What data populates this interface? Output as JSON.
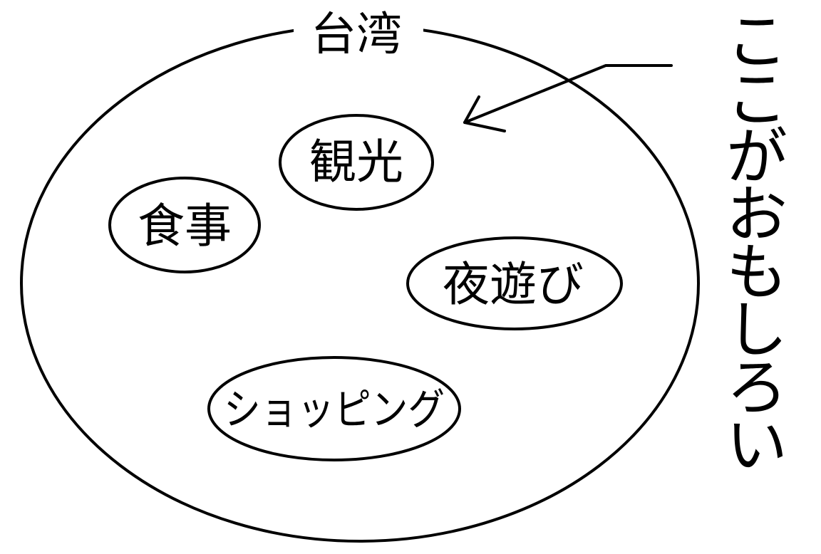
{
  "diagram": {
    "title": "台湾",
    "topics": [
      "観光",
      "食事",
      "夜遊び",
      "ショッピング"
    ],
    "annotation": {
      "chars": [
        "こ",
        "こ",
        "が",
        "お",
        "も",
        "し",
        "ろ",
        "い"
      ]
    }
  },
  "colors": {
    "stroke": "#000000",
    "background": "#ffffff"
  }
}
